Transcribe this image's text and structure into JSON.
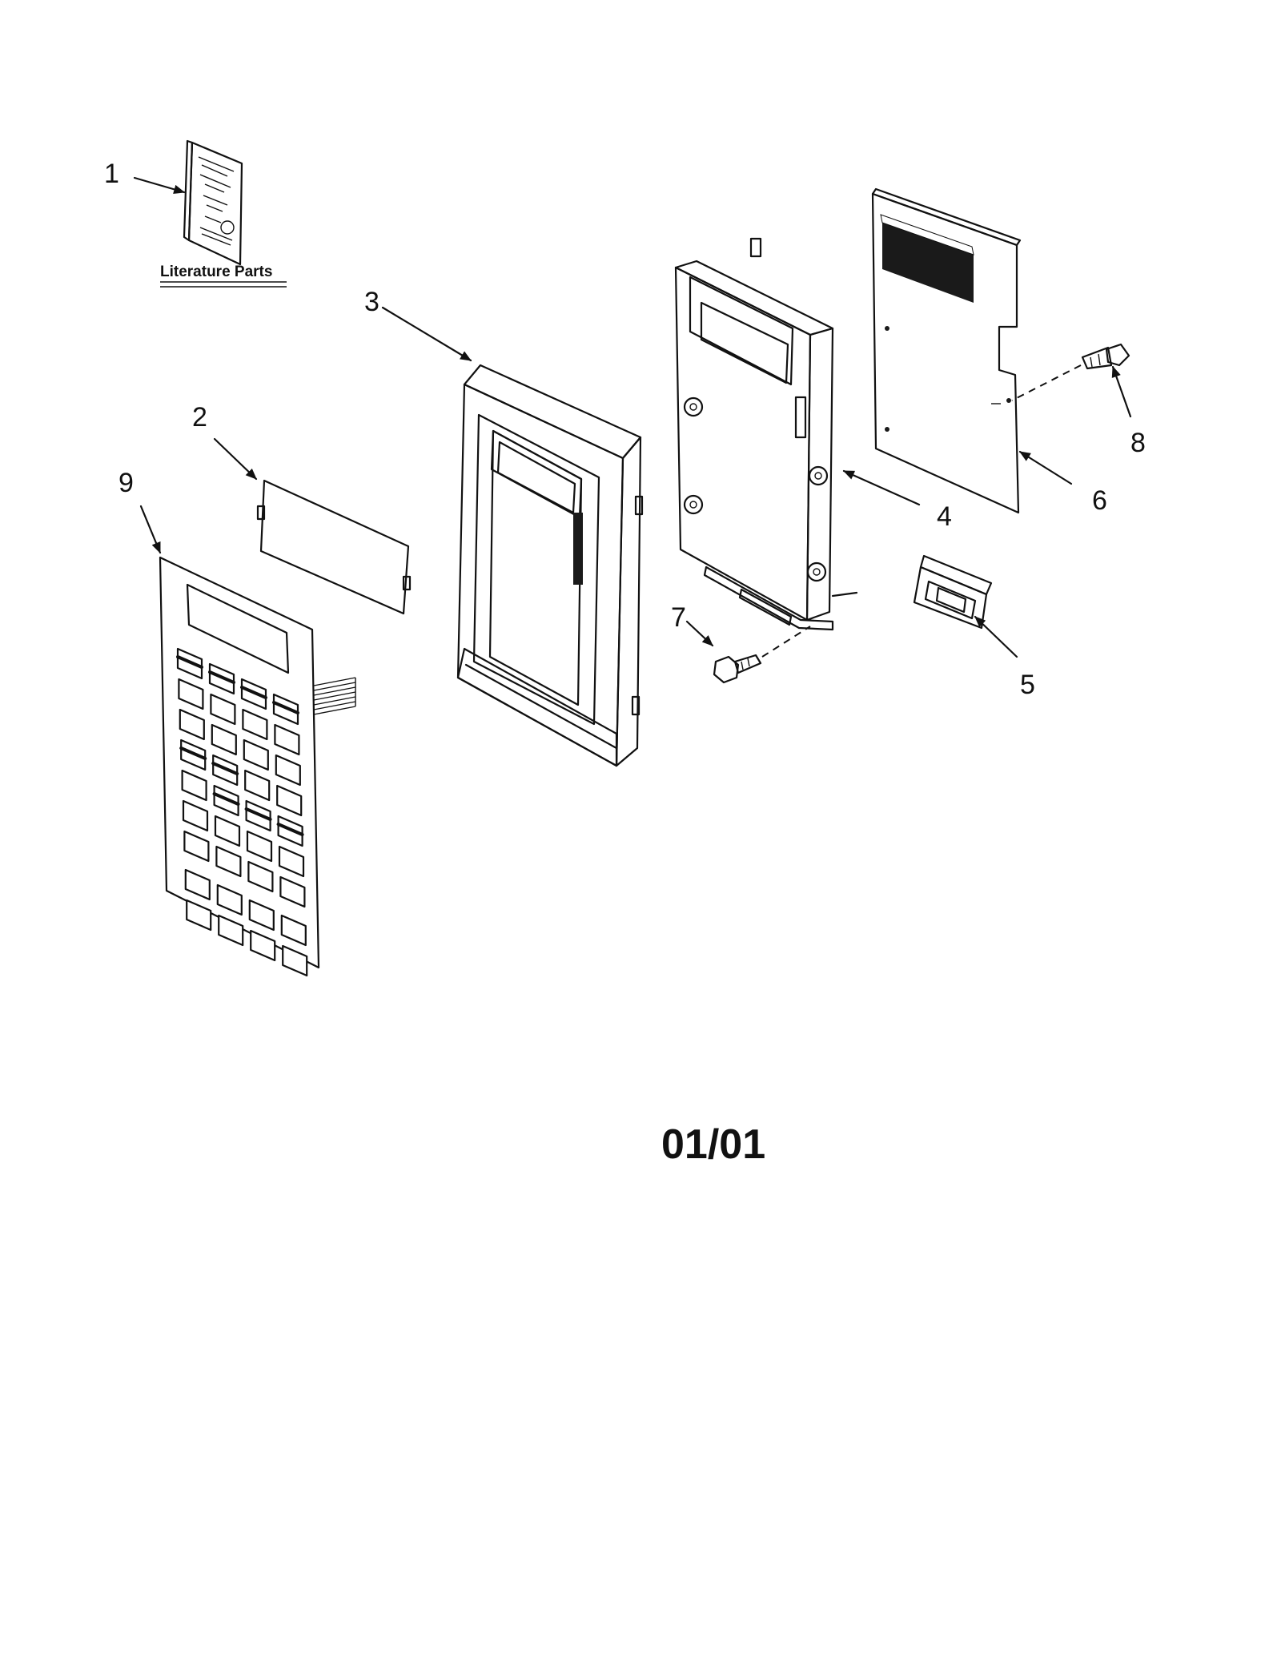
{
  "diagram": {
    "literature_label": "Literature Parts",
    "page_code": "01/01",
    "callouts": [
      {
        "id": "1",
        "label": "1",
        "part": "literature-booklet"
      },
      {
        "id": "2",
        "label": "2",
        "part": "display-window"
      },
      {
        "id": "3",
        "label": "3",
        "part": "control-panel-frame"
      },
      {
        "id": "4",
        "label": "4",
        "part": "panel-bracket"
      },
      {
        "id": "5",
        "label": "5",
        "part": "latch-clip"
      },
      {
        "id": "6",
        "label": "6",
        "part": "circuit-board"
      },
      {
        "id": "7",
        "label": "7",
        "part": "screw-lower"
      },
      {
        "id": "8",
        "label": "8",
        "part": "screw-upper"
      },
      {
        "id": "9",
        "label": "9",
        "part": "keypad-membrane"
      }
    ]
  }
}
